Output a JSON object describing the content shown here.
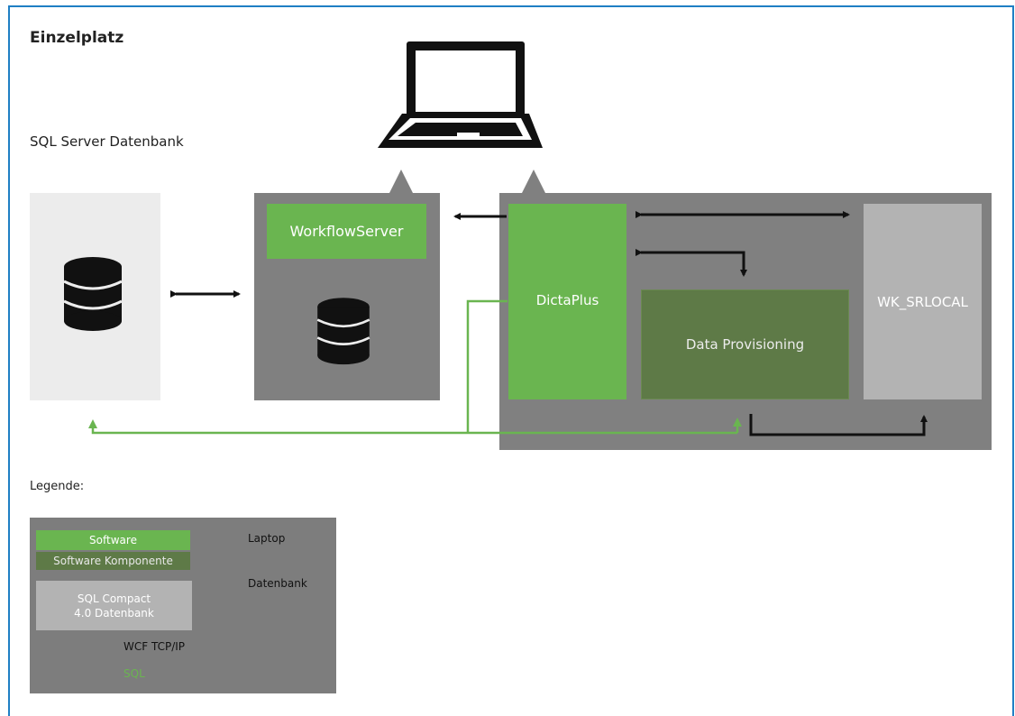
{
  "diagram": {
    "title": "Einzelplatz",
    "db_label": "SQL Server Datenbank",
    "workflow_server": "WorkflowServer",
    "dictaplus": "DictaPlus",
    "data_provisioning": "Data Provisioning",
    "wk_srlocal": "WK_SRLOCAL"
  },
  "legend": {
    "title": "Legende:",
    "software": "Software",
    "software_komponente": "Software Komponente",
    "sql_compact_line1": "SQL Compact",
    "sql_compact_line2": "4.0 Datenbank",
    "laptop": "Laptop",
    "datenbank": "Datenbank",
    "wcf": "WCF TCP/IP",
    "sql": "SQL"
  },
  "colors": {
    "software_green": "#6ab550",
    "component_green": "#5e7a47",
    "container_gray": "#808080",
    "compact_gray": "#b3b3b3",
    "sqlserver_bg": "#ececec",
    "frame_blue": "#1f7fc4"
  },
  "icons": [
    "laptop-icon",
    "database-icon"
  ]
}
